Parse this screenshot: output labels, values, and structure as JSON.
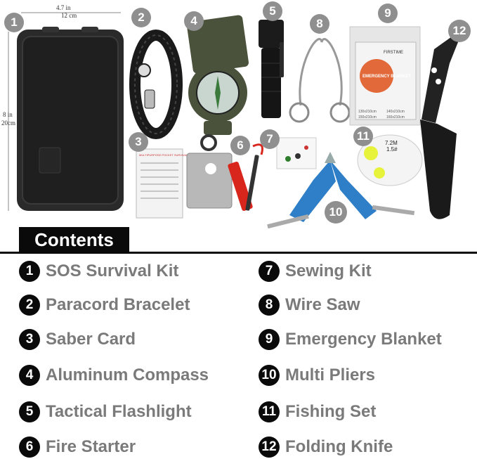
{
  "product_photo": {
    "box_width_label_in": "4.7 in",
    "box_width_label_cm": "12 cm",
    "box_height_label_in": "8 in",
    "box_height_label_cm": "20cm",
    "flashlight_label": "",
    "blanket_brand": "FIRSTIME",
    "blanket_title": "EMERGENCY BLANKET",
    "blanket_sizes": [
      "130x210cm",
      "140x210cm",
      "150x210cm",
      "160x210cm"
    ],
    "card_title": "MULTIPURPOSE POCKET SURVIVAL TOOL",
    "fishing_line_label_1": "7.2M",
    "fishing_line_label_2": "1.5#",
    "callouts": [
      "1",
      "2",
      "3",
      "4",
      "5",
      "6",
      "7",
      "8",
      "9",
      "10",
      "11",
      "12"
    ]
  },
  "contents": {
    "title": "Contents",
    "items": [
      {
        "num": "1",
        "label": "SOS Survival Kit"
      },
      {
        "num": "2",
        "label": "Paracord Bracelet"
      },
      {
        "num": "3",
        "label": "Saber Card"
      },
      {
        "num": "4",
        "label": "Aluminum Compass"
      },
      {
        "num": "5",
        "label": "Tactical Flashlight"
      },
      {
        "num": "6",
        "label": "Fire Starter"
      },
      {
        "num": "7",
        "label": "Sewing Kit"
      },
      {
        "num": "8",
        "label": "Wire Saw"
      },
      {
        "num": "9",
        "label": "Emergency Blanket"
      },
      {
        "num": "10",
        "label": "Multi Pliers"
      },
      {
        "num": "11",
        "label": "Fishing Set"
      },
      {
        "num": "12",
        "label": "Folding Knife"
      }
    ]
  },
  "colors": {
    "badge": "#0a0a0a",
    "callout": "#8f8f8f",
    "label_text": "#7a7a7a",
    "pliers_blue": "#2f7fc8",
    "fire_red": "#d9261c"
  }
}
